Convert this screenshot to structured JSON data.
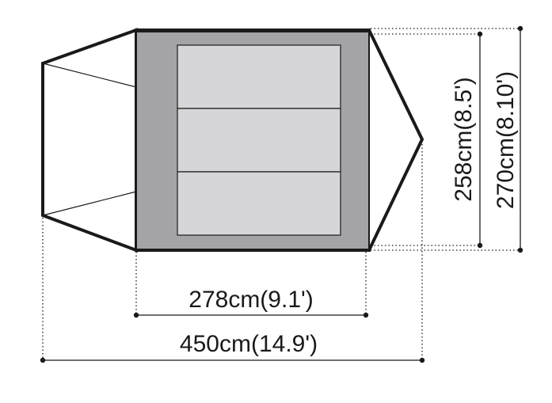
{
  "dimensions": {
    "inner_width": "278cm(9.1')",
    "total_width": "450cm(14.9')",
    "inner_depth": "258cm(8.5')",
    "total_depth": "270cm(8.10')"
  },
  "colors": {
    "line": "#1a1a1a",
    "floor_frame": "#a4a4a6",
    "inner_panel": "#d6d6d8"
  }
}
